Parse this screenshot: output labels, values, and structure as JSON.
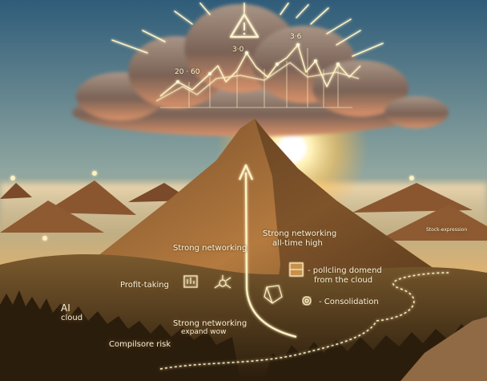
{
  "labels": {
    "cloud_tick_left": "20 · 60",
    "cloud_tick_mid": "3·0",
    "cloud_tick_right": "3·6",
    "strong_networking_left": "Strong networking",
    "strong_networking_right_1": "Strong networking",
    "strong_networking_right_2": "all-time high",
    "profit_taking": "Profit-taking",
    "ai_cloud_1": "AI",
    "ai_cloud_2": "cloud",
    "computing_demand_1": "- pollcling domend",
    "computing_demand_2": "from the cloud",
    "consolidation": "- Consolidation",
    "strong_networking_bottom_1": "Strong networking",
    "strong_networking_bottom_2": "expand wow",
    "compressed_risk": "Compilsore risk",
    "right_fine_print": "Stock-expression"
  },
  "colors": {
    "sky_top": "#3f6e8a",
    "sky_horizon": "#f6b35a",
    "glow": "#ffe6a3",
    "ground": "#3b2a14",
    "accent_line": "#fff0c2"
  }
}
